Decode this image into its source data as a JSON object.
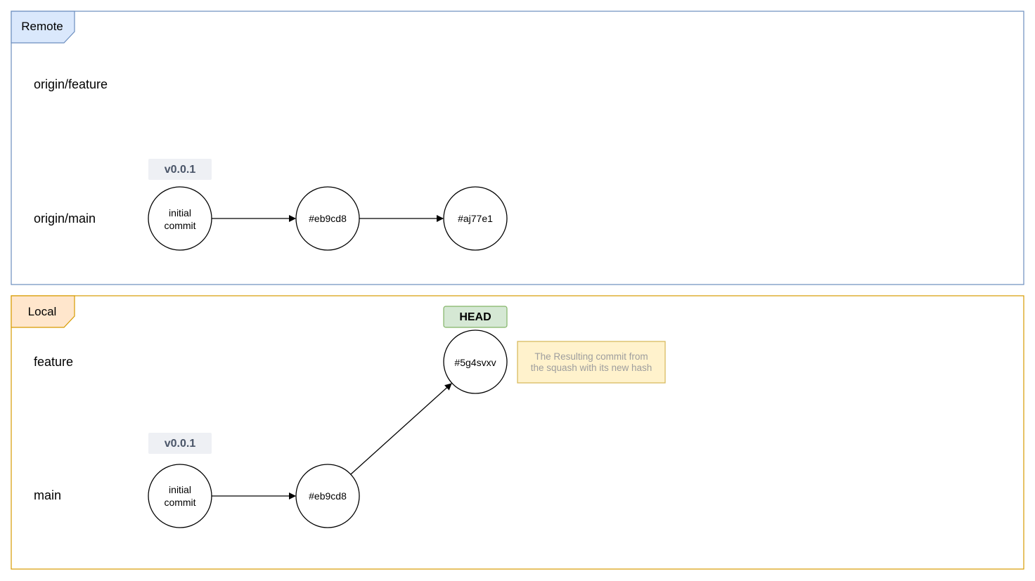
{
  "remote": {
    "title": "Remote",
    "colors": {
      "border": "#6c8ebf",
      "tab_fill": "#dae8fc"
    },
    "branches": {
      "feature": "origin/feature",
      "main": "origin/main"
    },
    "tag": "v0.0.1",
    "commits": [
      {
        "line1": "initial",
        "line2": "commit"
      },
      {
        "line1": "#eb9cd8"
      },
      {
        "line1": "#aj77e1"
      }
    ]
  },
  "local": {
    "title": "Local",
    "colors": {
      "border": "#d79b00",
      "tab_fill": "#ffe6cc"
    },
    "branches": {
      "feature": "feature",
      "main": "main"
    },
    "tag": "v0.0.1",
    "head": "HEAD",
    "commits": [
      {
        "line1": "initial",
        "line2": "commit"
      },
      {
        "line1": "#eb9cd8"
      },
      {
        "line1": "#5g4svxv"
      }
    ],
    "note": {
      "line1": "The Resulting commit from",
      "line2": "the squash with its new hash"
    }
  },
  "colors": {
    "tag_fill": "#eef0f4",
    "tag_text": "#4a5568",
    "head_fill": "#d5e8d4",
    "head_border": "#82b366",
    "note_fill": "#fff2cc",
    "note_border": "#d6b656",
    "note_text": "#9e9e9e"
  }
}
